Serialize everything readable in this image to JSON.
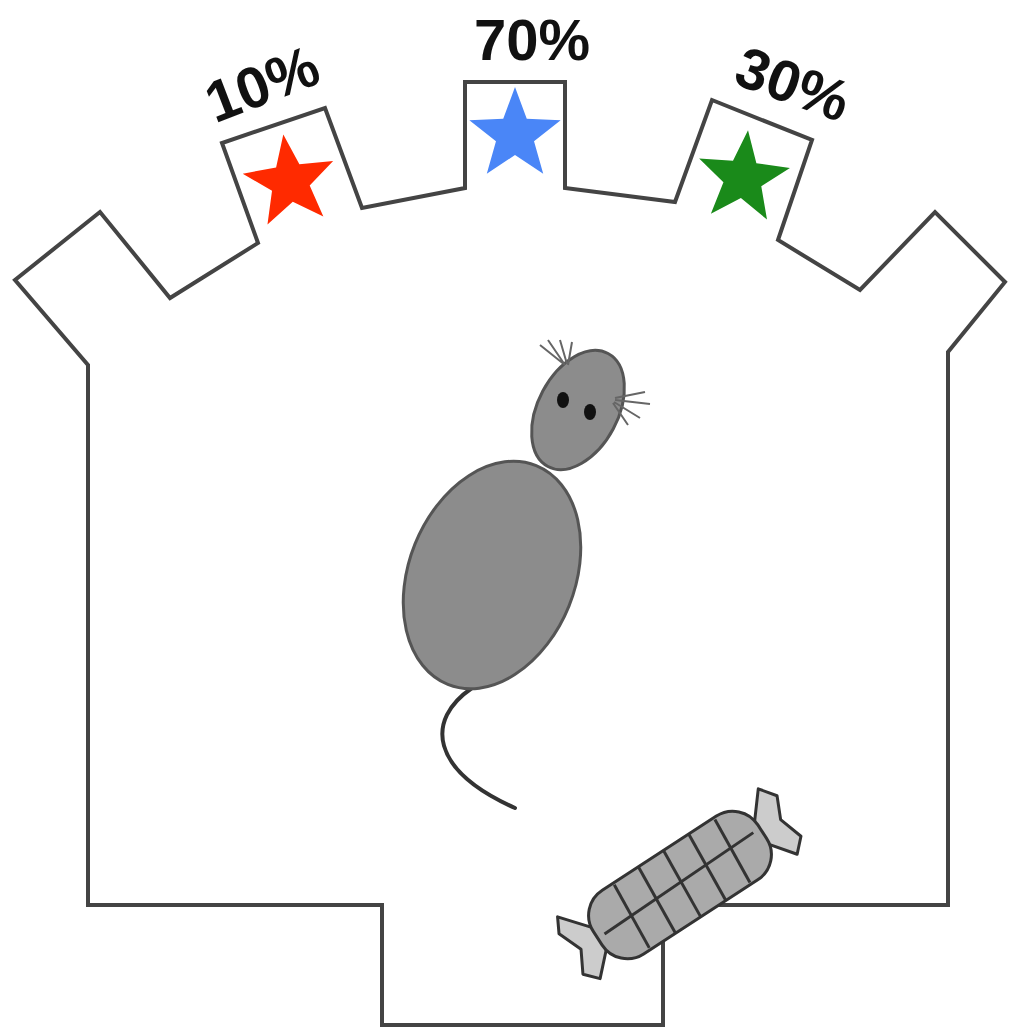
{
  "diagram": {
    "labels": [
      "10%",
      "70%",
      "30%"
    ]
  }
}
